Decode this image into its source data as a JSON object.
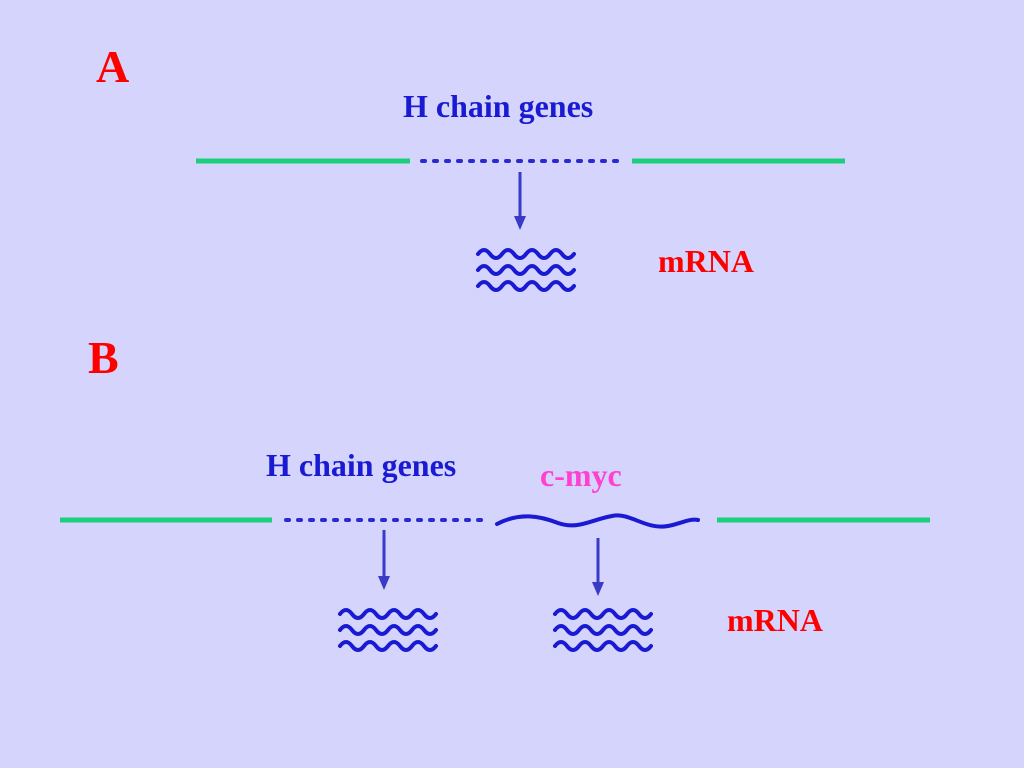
{
  "panel_a": {
    "letter": "A",
    "gene_label": "H chain genes",
    "mrna_label": "mRNA"
  },
  "panel_b": {
    "letter": "B",
    "gene_label": "H chain genes",
    "myc_label": "c-myc",
    "mrna_label": "mRNA"
  },
  "colors": {
    "background": "#d4d4fc",
    "dna_line": "#1ccf7a",
    "gene_blue": "#1a1ad2",
    "arrow": "#3a3ac8",
    "panel_letter": "#ff0000",
    "mrna_label": "#ff0000",
    "myc_label": "#ff40d0"
  }
}
